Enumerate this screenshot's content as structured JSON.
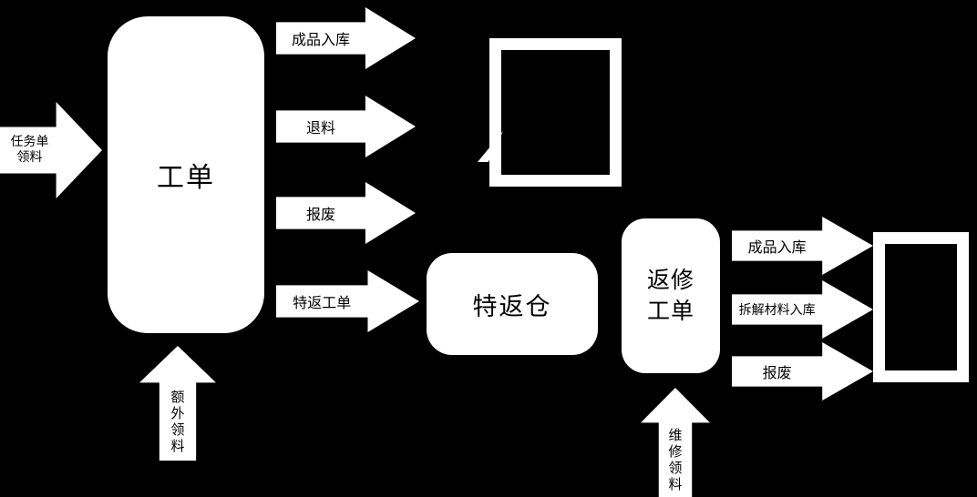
{
  "colors": {
    "background": "#000000",
    "shape_fill": "#ffffff",
    "text": "#000000"
  },
  "nodes": {
    "work_order": {
      "label": "工单"
    },
    "special_return_warehouse": {
      "label": "特返仓"
    },
    "repair_work_order": {
      "label": "返修\n工单"
    }
  },
  "arrows": {
    "task_order_picking": {
      "label": "任务单\n领料"
    },
    "finished_goods_in_top": {
      "label": "成品入库"
    },
    "material_return": {
      "label": "退料"
    },
    "scrap_top": {
      "label": "报废"
    },
    "special_return_order": {
      "label": "特返工单"
    },
    "finished_goods_in_right": {
      "label": "成品入库"
    },
    "disassembled_material_in": {
      "label": "拆解材料入库"
    },
    "scrap_right": {
      "label": "报废"
    },
    "extra_material_picking": {
      "label": "额\n外\n领\n料"
    },
    "repair_material_picking": {
      "label": "维\n修\n领\n料"
    }
  }
}
